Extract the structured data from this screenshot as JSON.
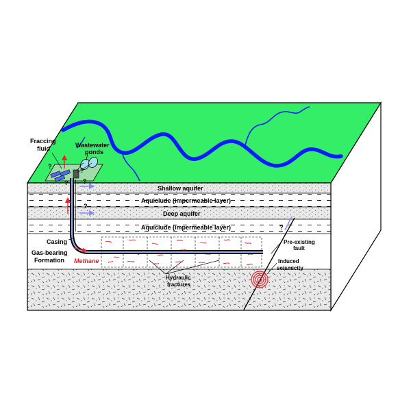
{
  "labels": {
    "fraccing_fluid_1": "Fraccing",
    "fraccing_fluid_2": "fluid",
    "wastewater_1": "Wastewater",
    "wastewater_2": "ponds",
    "shallow_aquifer": "Shallow aquifer",
    "aquiclude_top": "Aquiclude (impermeable layer)",
    "deep_aquifer": "Deep aquifer",
    "aquiclude_bottom": "Aquiclude (impermeable layer)",
    "casing": "Casing",
    "gas_bearing_1": "Gas-bearing",
    "gas_bearing_2": "Formation",
    "methane": "Methane",
    "hydraulic_1": "Hydraulic",
    "hydraulic_2": "fractures",
    "fault_1": "Pre-existing",
    "fault_2": "fault",
    "seismicity_1": "Induced",
    "seismicity_2": "seismicity",
    "question": "?"
  },
  "colors": {
    "ground": "#33ee66",
    "river": "#0b1bff",
    "aquifer": "#e6e6e6",
    "fracture": "#e8232a",
    "pond": "#a8e0f0",
    "side": "#ffffff"
  }
}
